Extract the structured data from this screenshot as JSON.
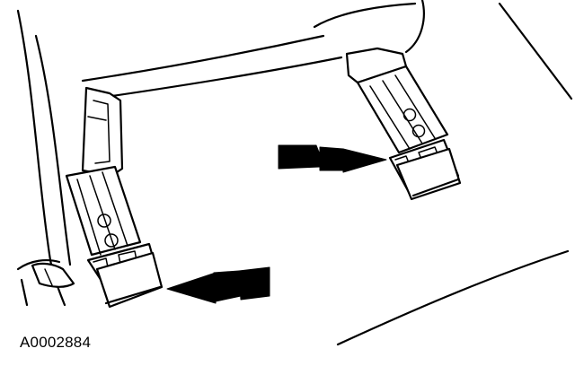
{
  "figure": {
    "id_label": "A0002884"
  },
  "callouts": [
    {
      "name": "arrow-to-right-seat-track-bracket"
    },
    {
      "name": "arrow-to-left-seat-track-bracket"
    }
  ]
}
